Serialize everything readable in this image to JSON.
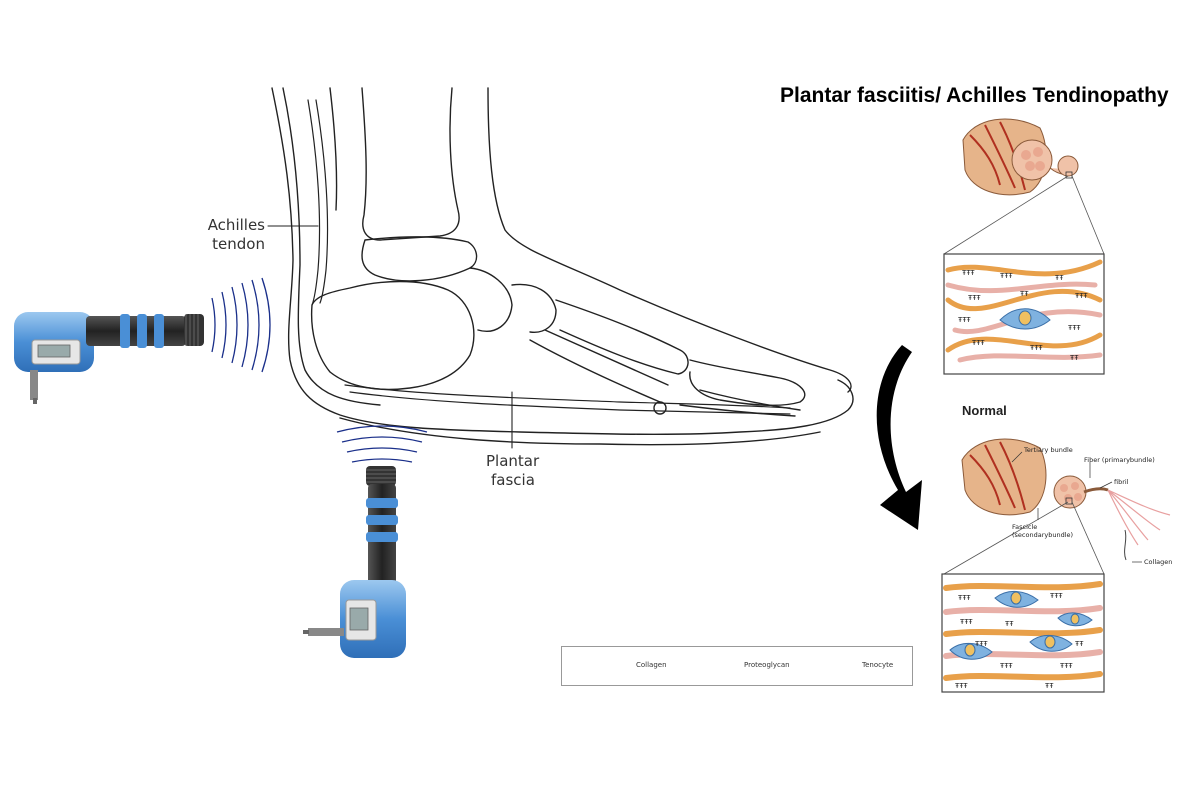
{
  "title": "Plantar fasciitis/ Achilles Tendinopathy",
  "labels": {
    "achilles_line1": "Achilles",
    "achilles_line2": "tendon",
    "plantar_line1": "Plantar",
    "plantar_line2": "fascia"
  },
  "normal_label": "Normal",
  "tendon_labels": {
    "tertiary": "Tertiary bundle",
    "fiber": "Fiber (primarybundle)",
    "fibril": "fibril",
    "fascicle_line1": "Fascicle",
    "fascicle_line2": "(secondarybundle)",
    "collagen": "Collagen"
  },
  "legend": {
    "collagen": "Collagen",
    "proteoglycan": "Proteoglycan",
    "tenocyte": "Tenocyte"
  },
  "colors": {
    "device_blue": "#4a8fd6",
    "tendon_orange": "#e8a04a",
    "tendon_pink": "#e8b0a8",
    "cell_blue": "#7fb2e0",
    "arrow": "#000000"
  }
}
